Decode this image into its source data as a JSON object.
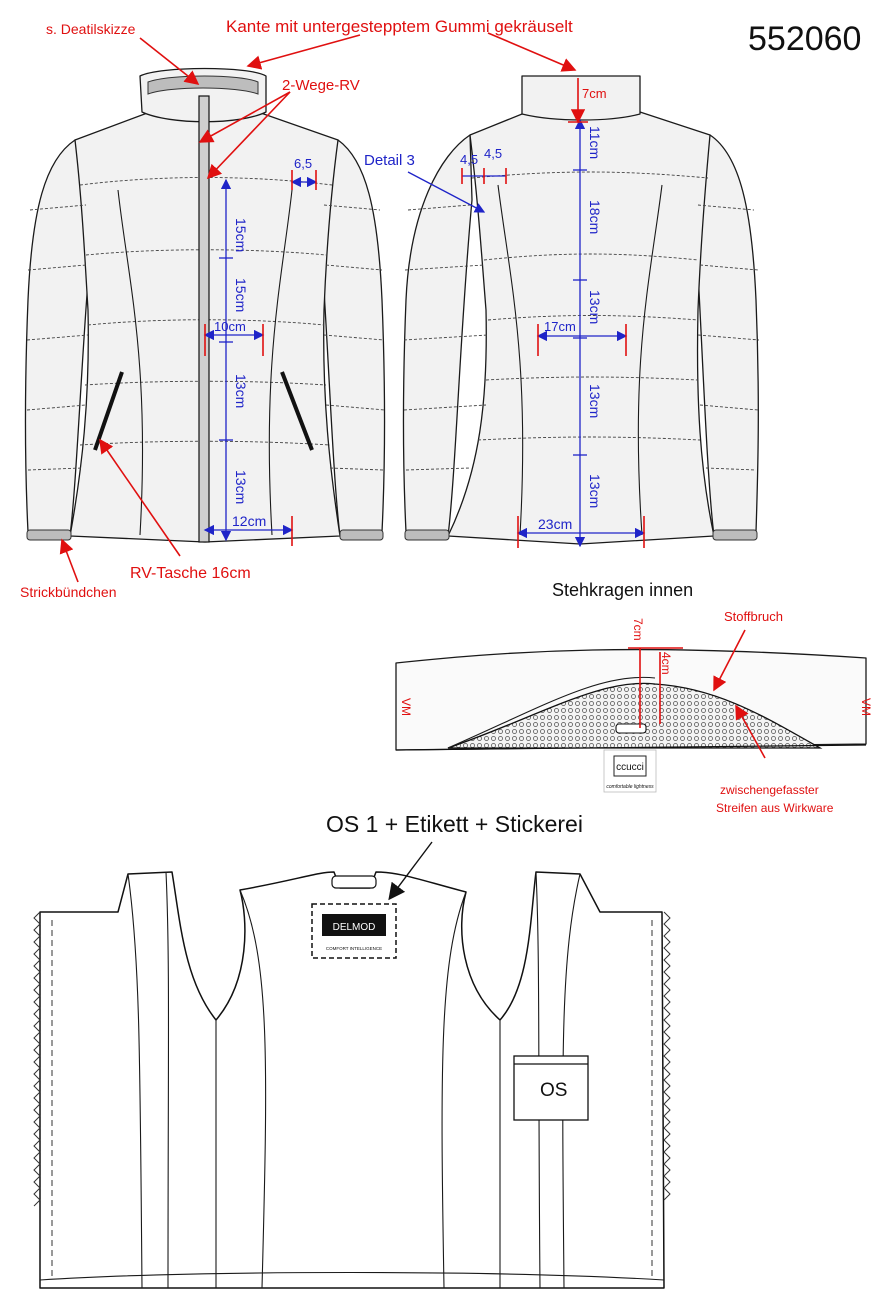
{
  "style_number": "552060",
  "annotations": {
    "detail_sketch_ref": "s. Deatilskizze",
    "collar_edge_note": "Kante mit untergestepptem Gummi gekräuselt",
    "two_way_zipper": "2-Wege-RV",
    "detail_3": "Detail 3",
    "zip_pocket": "RV-Tasche 16cm",
    "knit_cuff": "Strickbündchen",
    "collar_inside_title": "Stehkragen innen",
    "fabric_fold": "Stoffbruch",
    "inserted_strip_line1": "zwischengefasster",
    "inserted_strip_line2": "Streifen aus Wirkware",
    "front_marker_left": "VM",
    "front_marker_right": "VM",
    "lining_note": "OS 1 + Etikett + Stickerei",
    "inner_pocket_label": "OS"
  },
  "front_measurements": {
    "shoulder_seam_offset": "6,5",
    "segment_1": "15cm",
    "segment_2": "15cm",
    "waist_width": "10cm",
    "segment_3": "13cm",
    "segment_4": "13cm",
    "hem_width": "12cm"
  },
  "back_measurements": {
    "collar_height": "7cm",
    "yoke_offset_left": "4,5",
    "yoke_offset_right": "4,5",
    "segment_1": "11cm",
    "segment_2": "18cm",
    "segment_3": "13cm",
    "waist_width": "17cm",
    "segment_4": "13cm",
    "segment_5": "13cm",
    "hem_width": "23cm"
  },
  "collar_measurements": {
    "total_height": "7cm",
    "strip_height": "4cm"
  },
  "labels": {
    "collar_label_brand": "ccucci",
    "collar_label_tagline": "comfortable lightness",
    "lining_label_brand": "DELMOD",
    "lining_label_tagline": "COMFORT INTELLIGENCE"
  },
  "colors": {
    "annotation_red": "#e01010",
    "dimension_blue": "#1f24c8",
    "garment_fill": "#f2f2f2",
    "rib_gray": "#bdbdbd"
  }
}
